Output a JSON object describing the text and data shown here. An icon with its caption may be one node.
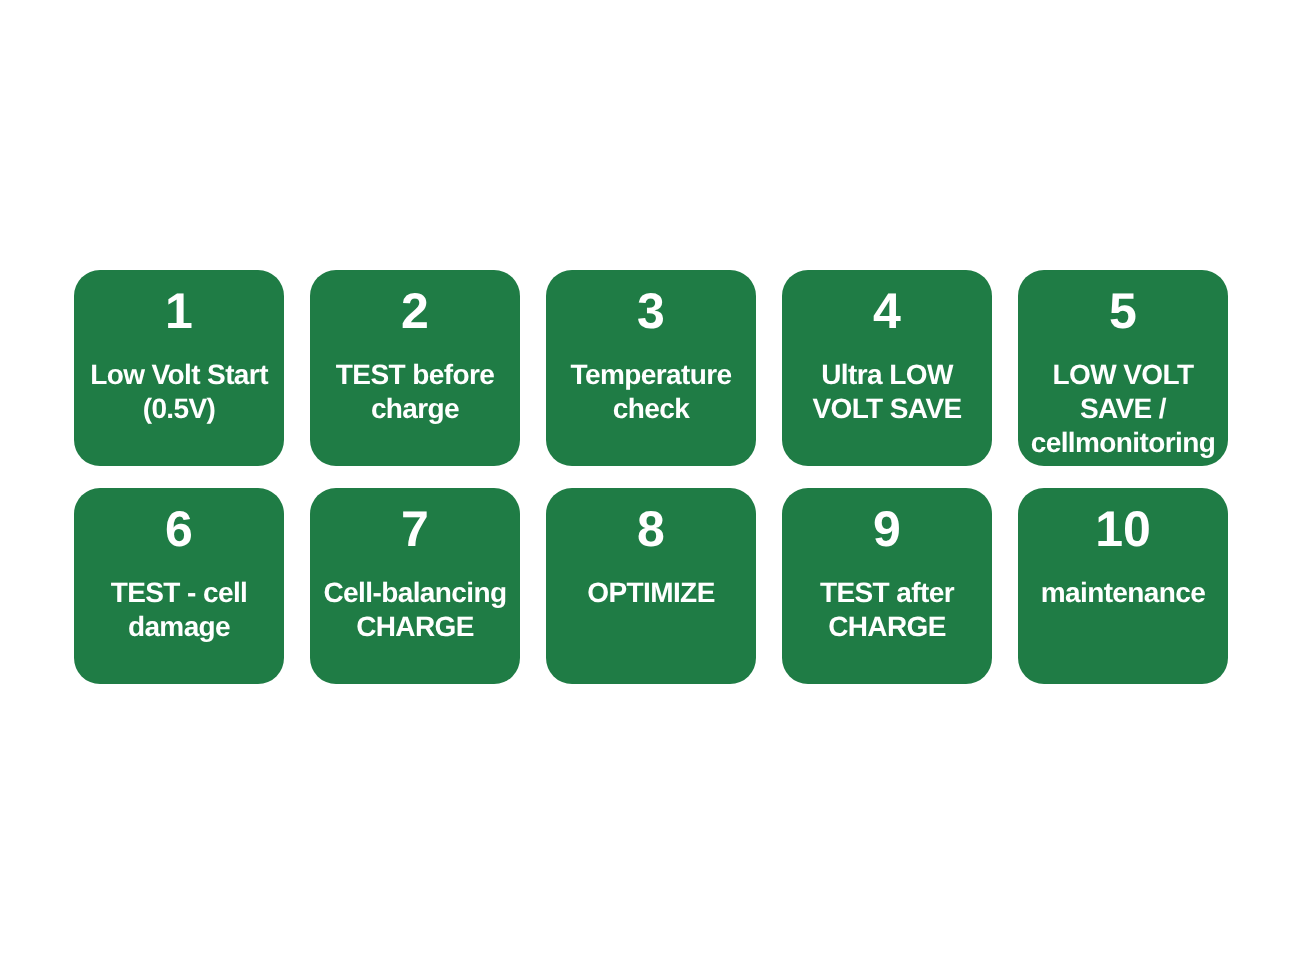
{
  "diagram": {
    "nodes": [
      {
        "text": [
          "1",
          "Low Volt Start (0.5V)"
        ]
      },
      {
        "text": [
          "2",
          "TEST before charge"
        ]
      },
      {
        "text": [
          "3",
          "Temperature check"
        ]
      },
      {
        "text": [
          "4",
          "Ultra LOW VOLT SAVE"
        ]
      },
      {
        "text": [
          "5",
          "LOW VOLT SAVE / cellmonitoring"
        ]
      },
      {
        "text": [
          "6",
          "TEST - cell damage"
        ]
      },
      {
        "text": [
          "7",
          "Cell-balancing CHARGE"
        ]
      },
      {
        "text": [
          "8",
          "OPTIMIZE"
        ]
      },
      {
        "text": [
          "9",
          "TEST after CHARGE"
        ]
      },
      {
        "text": [
          "10",
          "maintenance"
        ]
      }
    ]
  }
}
